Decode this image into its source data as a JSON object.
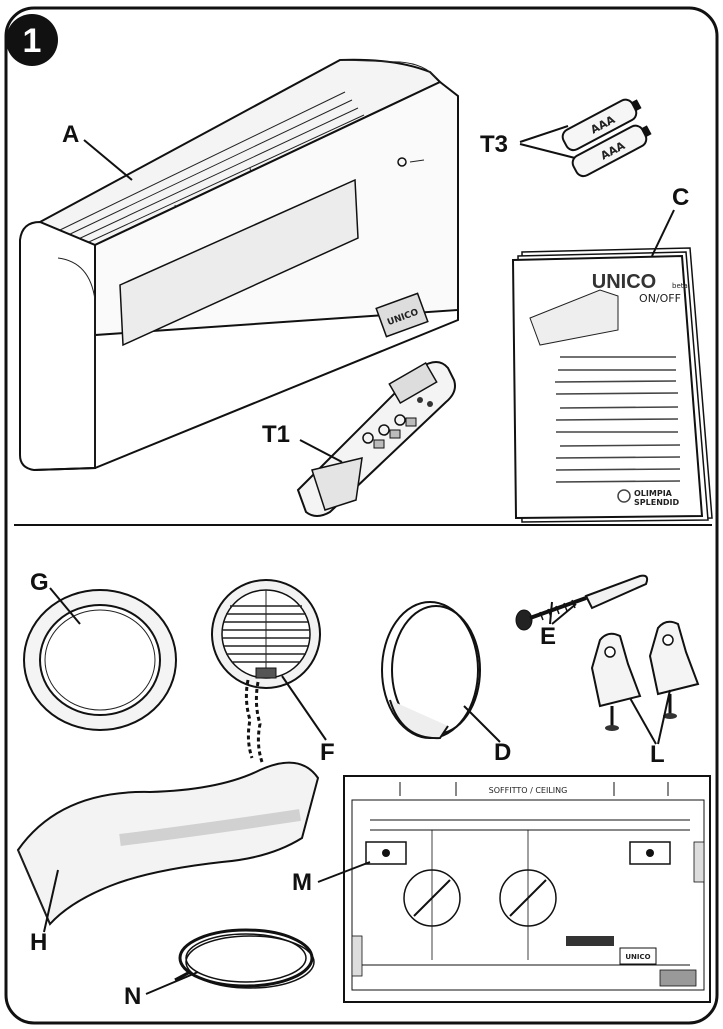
{
  "step_badge": "1",
  "labels": {
    "A": "A",
    "T3": "T3",
    "C": "C",
    "T1": "T1",
    "G": "G",
    "F": "F",
    "D": "D",
    "E": "E",
    "L": "L",
    "H": "H",
    "M": "M",
    "N": "N"
  },
  "battery_text": "AAA",
  "manual": {
    "brand": "UNICO",
    "brand_suffix": "beta",
    "subtitle": "ON/OFF",
    "logo_line1": "OLIMPIA",
    "logo_line2": "SPLENDID"
  },
  "template": {
    "header": "SOFFITTO / CEILING"
  }
}
